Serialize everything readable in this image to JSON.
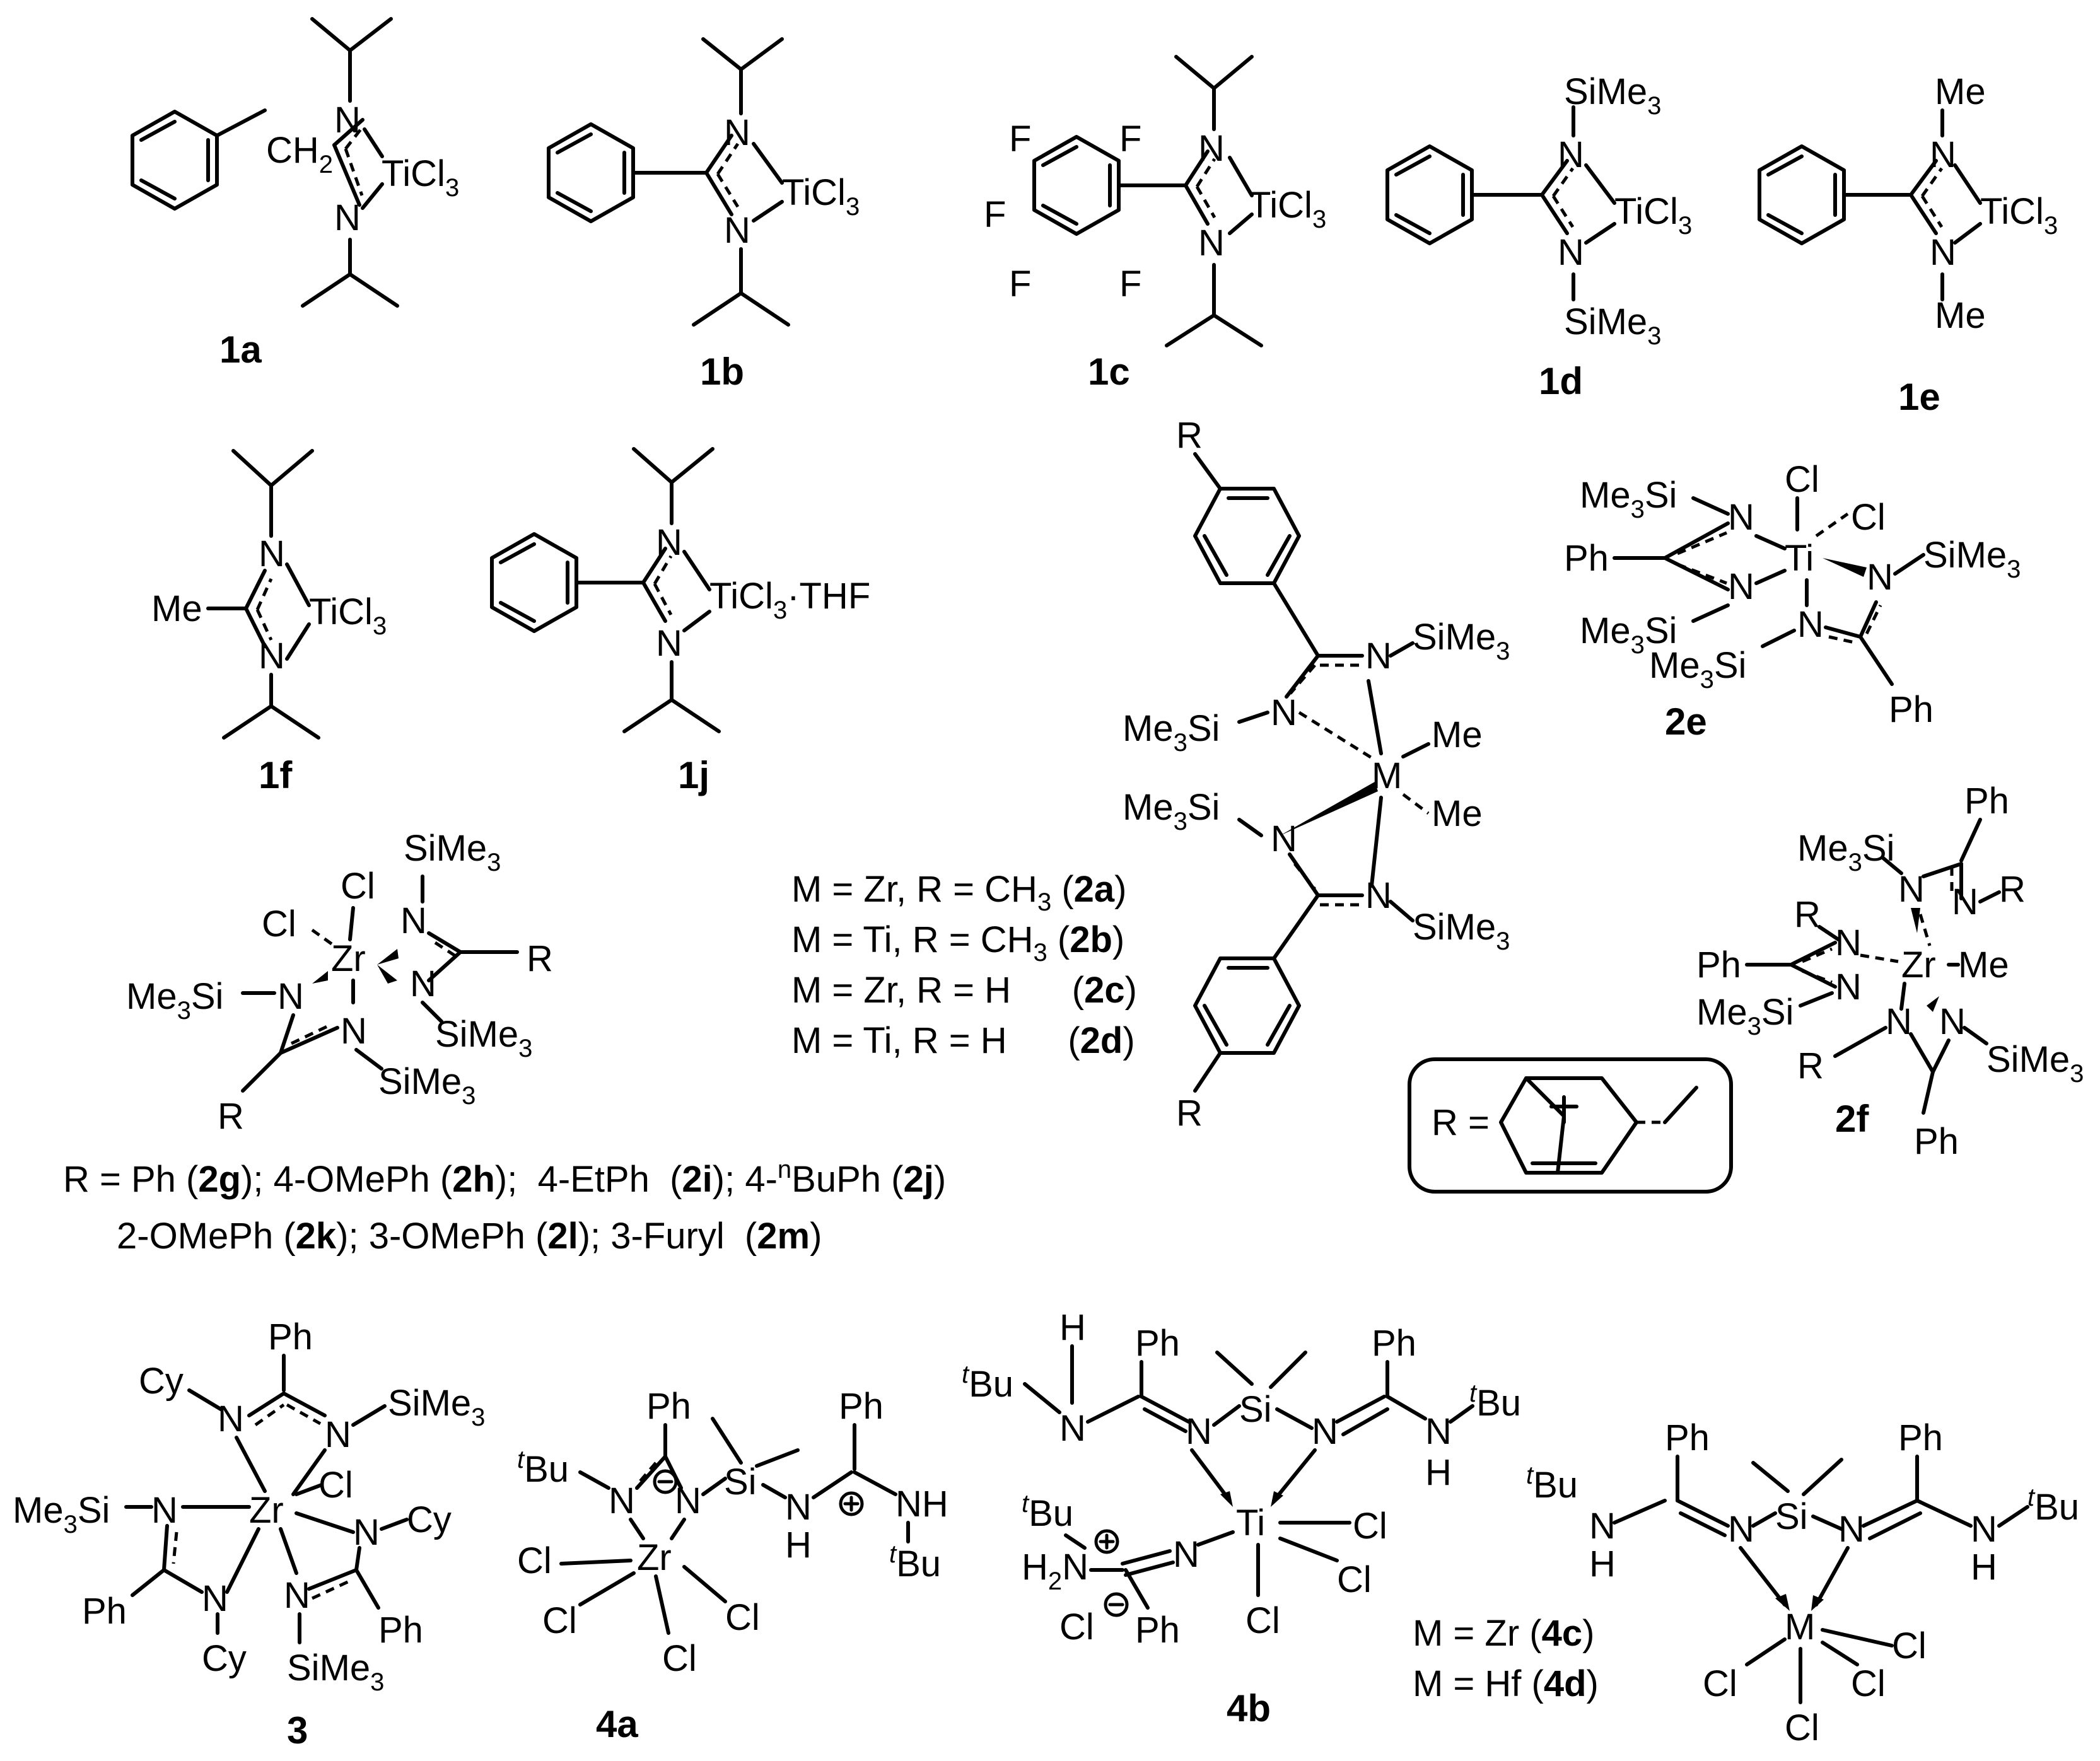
{
  "compounds": {
    "c1a": {
      "id": "1a",
      "ch2": "CH",
      "ch2_sub": "2",
      "ti": "TiCl",
      "ti_sub": "3",
      "n": "N"
    },
    "c1b": {
      "id": "1b",
      "ti": "TiCl",
      "ti_sub": "3",
      "n": "N"
    },
    "c1c": {
      "id": "1c",
      "ti": "TiCl",
      "ti_sub": "3",
      "n": "N",
      "f": "F"
    },
    "c1d": {
      "id": "1d",
      "ti": "TiCl",
      "ti_sub": "3",
      "n": "N",
      "sub": "SiMe",
      "sub_sub": "3"
    },
    "c1e": {
      "id": "1e",
      "ti": "TiCl",
      "ti_sub": "3",
      "n": "N",
      "sub": "Me"
    },
    "c1f": {
      "id": "1f",
      "ti": "TiCl",
      "ti_sub": "3",
      "n": "N",
      "me": "Me"
    },
    "c1j": {
      "id": "1j",
      "ti": "TiCl",
      "ti_sub": "3",
      "thf": "·THF",
      "n": "N"
    },
    "c2ad": {
      "r": "R",
      "m": "M",
      "me": "Me",
      "n": "N",
      "sime3": "SiMe",
      "sime3_sub": "3",
      "me3si": "Me",
      "me3si_sub": "3",
      "me3si_tail": "Si",
      "legend": [
        {
          "pre": "M = Zr, R = CH",
          "sub": "3",
          "mid": " (",
          "bold": "2a",
          "post": ")"
        },
        {
          "pre": "M = Ti, R = CH",
          "sub": "3",
          "mid": " (",
          "bold": "2b",
          "post": ")"
        },
        {
          "pre": "M = Zr, R = H",
          "sub": "",
          "mid": "      (",
          "bold": "2c",
          "post": ")"
        },
        {
          "pre": "M = Ti, R = H",
          "sub": "",
          "mid": "      (",
          "bold": "2d",
          "post": ")"
        }
      ]
    },
    "c2e": {
      "id": "2e",
      "ti": "Ti",
      "cl": "Cl",
      "ph": "Ph",
      "n": "N"
    },
    "c2f": {
      "id": "2f",
      "zr": "Zr",
      "me": "Me",
      "ph": "Ph",
      "r": "R",
      "n": "N",
      "r_box": "R ="
    },
    "c2g": {
      "zr": "Zr",
      "cl": "Cl",
      "r": "R",
      "n": "N",
      "legend_line1": [
        {
          "t": "R = Ph ("
        },
        {
          "t": "2g",
          "b": true
        },
        {
          "t": "); 4-OMePh ("
        },
        {
          "t": "2h",
          "b": true
        },
        {
          "t": ");  4-EtPh  ("
        },
        {
          "t": "2i",
          "b": true
        },
        {
          "t": "); 4-"
        },
        {
          "t": "n",
          "sup": true
        },
        {
          "t": "BuPh ("
        },
        {
          "t": "2j",
          "b": true
        },
        {
          "t": ")"
        }
      ],
      "legend_line2": [
        {
          "t": "2-OMePh ("
        },
        {
          "t": "2k",
          "b": true
        },
        {
          "t": "); 3-OMePh ("
        },
        {
          "t": "2l",
          "b": true
        },
        {
          "t": "); 3-Furyl  ("
        },
        {
          "t": "2m",
          "b": true
        },
        {
          "t": ")"
        }
      ]
    },
    "c3": {
      "id": "3",
      "zr": "Zr",
      "cl": "Cl",
      "cy": "Cy",
      "ph": "Ph",
      "n": "N"
    },
    "c4a": {
      "id": "4a",
      "zr": "Zr",
      "cl": "Cl",
      "ph": "Ph",
      "bu": "Bu",
      "t": "t",
      "si": "Si",
      "n": "N",
      "nh": "NH",
      "h": "H"
    },
    "c4b": {
      "id": "4b",
      "ti": "Ti",
      "cl": "Cl",
      "ph": "Ph",
      "bu": "Bu",
      "t": "t",
      "si": "Si",
      "n": "N",
      "h": "H",
      "h2n": "H",
      "h2n_sub": "2",
      "h2n_tail": "N"
    },
    "c4cd": {
      "m": "M",
      "cl": "Cl",
      "ph": "Ph",
      "bu": "Bu",
      "t": "t",
      "si": "Si",
      "n": "N",
      "h": "H",
      "legend": [
        {
          "pre": "M = Zr (",
          "bold": "4c",
          "post": ")"
        },
        {
          "pre": "M = Hf (",
          "bold": "4d",
          "post": ")"
        }
      ]
    }
  }
}
